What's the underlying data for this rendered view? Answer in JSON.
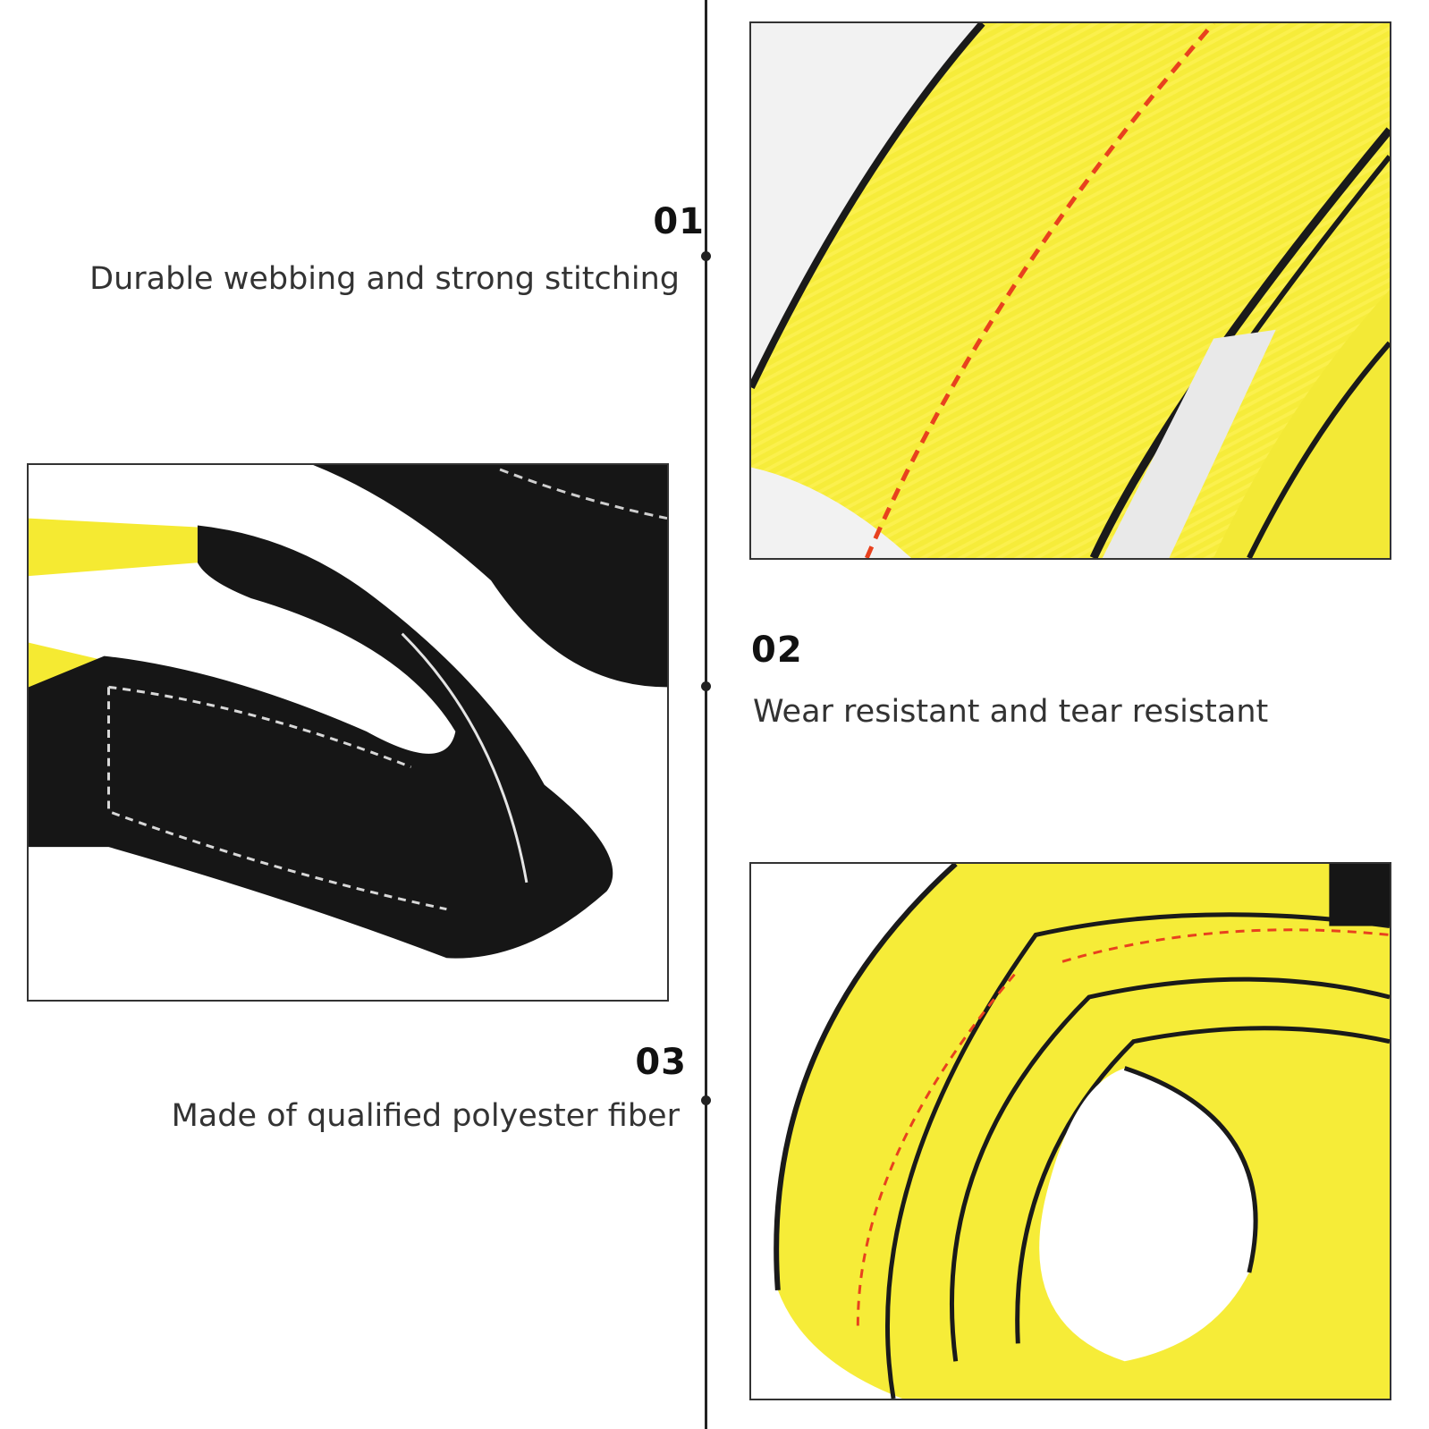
{
  "features": [
    {
      "number": "01",
      "caption": "Durable webbing and strong stitching"
    },
    {
      "number": "02",
      "caption": "Wear resistant and tear resistant"
    },
    {
      "number": "03",
      "caption": "Made of qualified polyester fiber"
    }
  ],
  "colors": {
    "webbing_yellow": "#f7ee3a",
    "loop_black": "#161616",
    "stitch_red": "#e8411e",
    "line": "#222222"
  },
  "images": [
    {
      "subject": "yellow-webbing-closeup"
    },
    {
      "subject": "black-reinforced-loop"
    },
    {
      "subject": "coiled-yellow-strap"
    }
  ]
}
